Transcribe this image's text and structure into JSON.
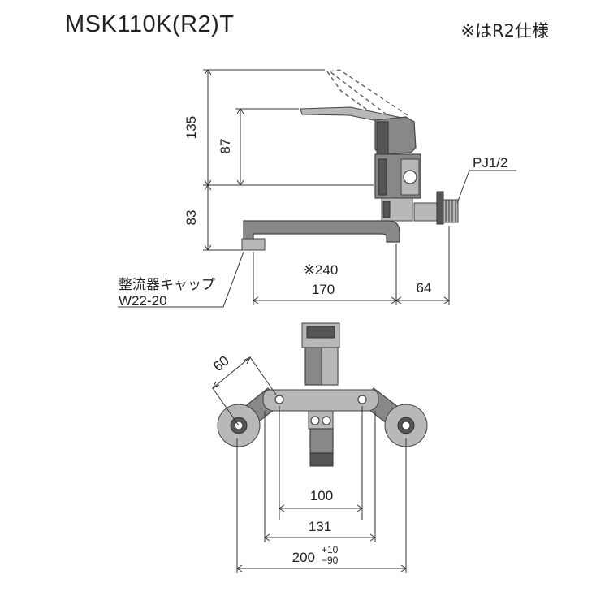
{
  "header": {
    "model": "MSK110K(R2)T",
    "note": "※はR2仕様"
  },
  "side_view": {
    "dim_135": "135",
    "dim_87": "87",
    "dim_83": "83",
    "dim_r240": "※240",
    "dim_170": "170",
    "dim_64": "64",
    "thread_label": "PJ1/2",
    "aerator_label_1": "整流器キャップ",
    "aerator_label_2": "W22-20"
  },
  "front_view": {
    "dim_60": "60",
    "dim_100": "100",
    "dim_131": "131",
    "dim_200": "200",
    "tol_plus": "+10",
    "tol_minus": "−90"
  }
}
